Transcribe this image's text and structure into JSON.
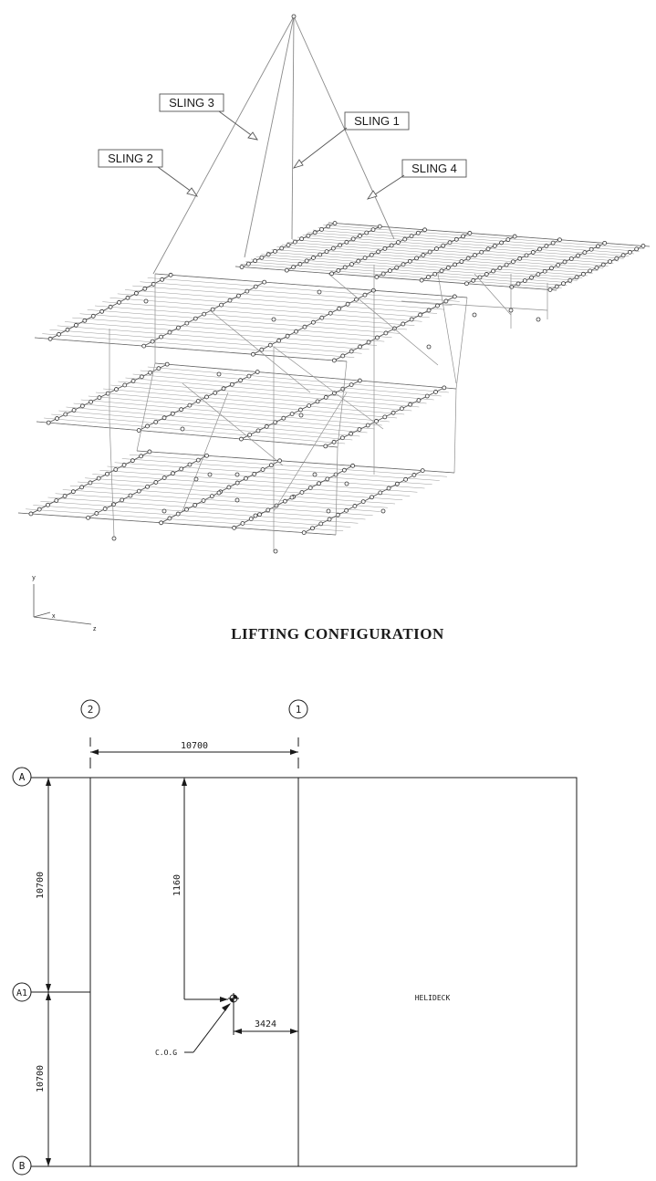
{
  "lifting": {
    "sling_labels": [
      "SLING 3",
      "SLING 1",
      "SLING 2",
      "SLING 4"
    ],
    "axes": {
      "y": "y",
      "x": "x",
      "z": "z"
    },
    "title": "LIFTING CONFIGURATION"
  },
  "plan": {
    "grid_columns": [
      "2",
      "1"
    ],
    "grid_rows": [
      "A",
      "A1",
      "B"
    ],
    "dimensions": {
      "column_spacing": "10700",
      "row_spacing_upper": "10700",
      "row_spacing_lower": "10700",
      "cog_from_A": "1160",
      "cog_from_col1": "3424"
    },
    "cog_label": "C.O.G",
    "helideck_label": "HELIDECK"
  }
}
